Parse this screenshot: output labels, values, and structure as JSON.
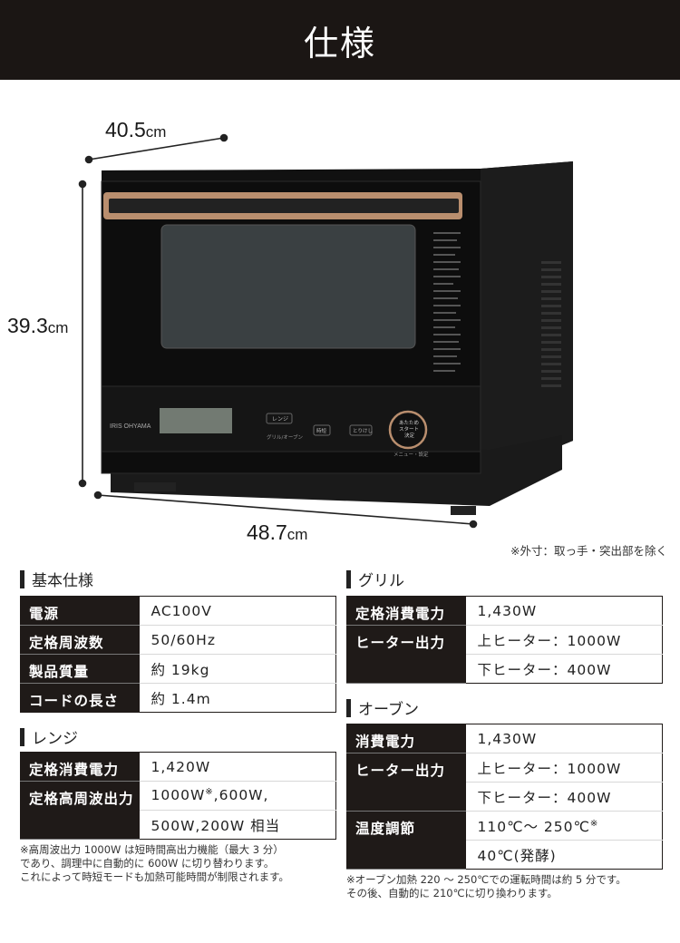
{
  "header": {
    "title": "仕様"
  },
  "dimensions": {
    "width": {
      "value": "40.5",
      "unit": "cm"
    },
    "height": {
      "value": "39.3",
      "unit": "cm"
    },
    "depth": {
      "value": "48.7",
      "unit": "cm"
    }
  },
  "product": {
    "brand": "IRIS OHYAMA",
    "panel": {
      "btn_range": "レンジ",
      "btn_grill_oven": "グリル/オーブン",
      "btn_time": "時短",
      "btn_defrost": "とりけし",
      "dial_line1": "あたため",
      "dial_line2": "スタート",
      "dial_line3": "決定",
      "dial_caption": "メニュー・設定"
    }
  },
  "figure_note": "※外寸：取っ手・突出部を除く",
  "basic": {
    "title": "基本仕様",
    "rows": [
      {
        "label": "電源",
        "value": "AC100V"
      },
      {
        "label": "定格周波数",
        "value": "50/60Hz"
      },
      {
        "label": "製品質量",
        "value": "約 19kg"
      },
      {
        "label": "コードの長さ",
        "value": "約 1.4m"
      }
    ]
  },
  "range": {
    "title": "レンジ",
    "rows": [
      {
        "label": "定格消費電力",
        "value": "1,420W"
      },
      {
        "label": "定格高周波出力",
        "value_a": "1000W",
        "mark": "※",
        "value_b": ",600W,",
        "value2": "500W,200W 相当"
      }
    ],
    "note": [
      "※高周波出力 1000W は短時間高出力機能（最大 3 分）",
      "であり、調理中に自動的に 600W に切り替わります。",
      "これによって時短モードも加熱可能時間が制限されます。"
    ]
  },
  "grill": {
    "title": "グリル",
    "rows": [
      {
        "label": "定格消費電力",
        "value": "1,430W"
      },
      {
        "label": "ヒーター出力",
        "value": "上ヒーター：1000W",
        "value2": "下ヒーター：400W"
      }
    ]
  },
  "oven": {
    "title": "オーブン",
    "rows": [
      {
        "label": "消費電力",
        "value": "1,430W"
      },
      {
        "label": "ヒーター出力",
        "value": "上ヒーター：1000W",
        "value2": "下ヒーター：400W"
      },
      {
        "label": "温度調節",
        "value_a": "110℃～ 250℃",
        "mark": "※",
        "value2": "40℃(発酵)"
      }
    ],
    "note": [
      "※オーブン加熱 220 ～ 250℃での運転時間は約 5 分です。",
      "その後、自動的に 210℃に切り換わります。"
    ]
  }
}
